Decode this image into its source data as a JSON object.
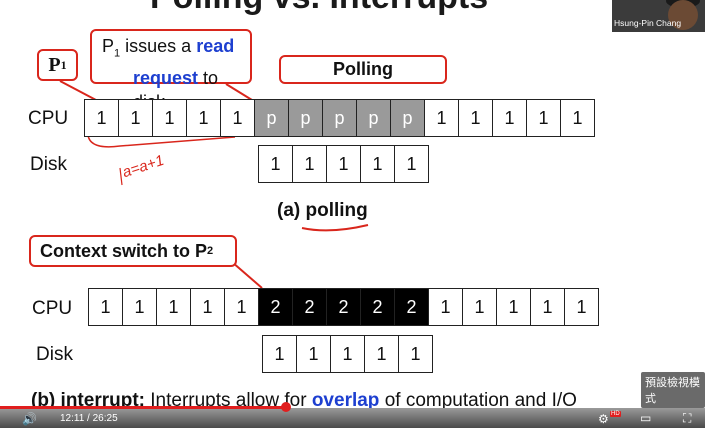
{
  "slide": {
    "title": "Polling vs. Interrupts",
    "p1": "P",
    "p1_sub": "1",
    "issue_line1_a": "P",
    "issue_line1_sub": "1",
    "issue_line1_b": " issues a ",
    "issue_line1_c": "read",
    "issue_line2_a": "request",
    "issue_line2_b": " to disk",
    "polling_box": "Polling",
    "cpu_label": "CPU",
    "disk_label": "Disk",
    "row_a_cpu": [
      "1",
      "1",
      "1",
      "1",
      "1",
      "p",
      "p",
      "p",
      "p",
      "p",
      "1",
      "1",
      "1",
      "1",
      "1"
    ],
    "row_a_disk": [
      "1",
      "1",
      "1",
      "1",
      "1"
    ],
    "caption_a": "(a) polling",
    "ctx_box": "Context switch to P",
    "ctx_sub": "2",
    "row_b_cpu": [
      "1",
      "1",
      "1",
      "1",
      "1",
      "2",
      "2",
      "2",
      "2",
      "2",
      "1",
      "1",
      "1",
      "1",
      "1"
    ],
    "row_b_disk": [
      "1",
      "1",
      "1",
      "1",
      "1"
    ],
    "caption_b_1": "(b) interrupt:",
    "caption_b_2": " Interrupts allow for ",
    "caption_b_3": "overlap",
    "caption_b_4": " of computation and I/O",
    "handwriting": "a=a+1"
  },
  "webcam": {
    "name": "Hsung-Pin Chang"
  },
  "player": {
    "time": "12:11 / 26:25",
    "settings_badge": "HD",
    "tooltip": "預設檢視模式"
  },
  "colors": {
    "accent": "#d9261c",
    "blue": "#1d3fd0",
    "polling": "#9a9a9a",
    "context": "#000000"
  }
}
